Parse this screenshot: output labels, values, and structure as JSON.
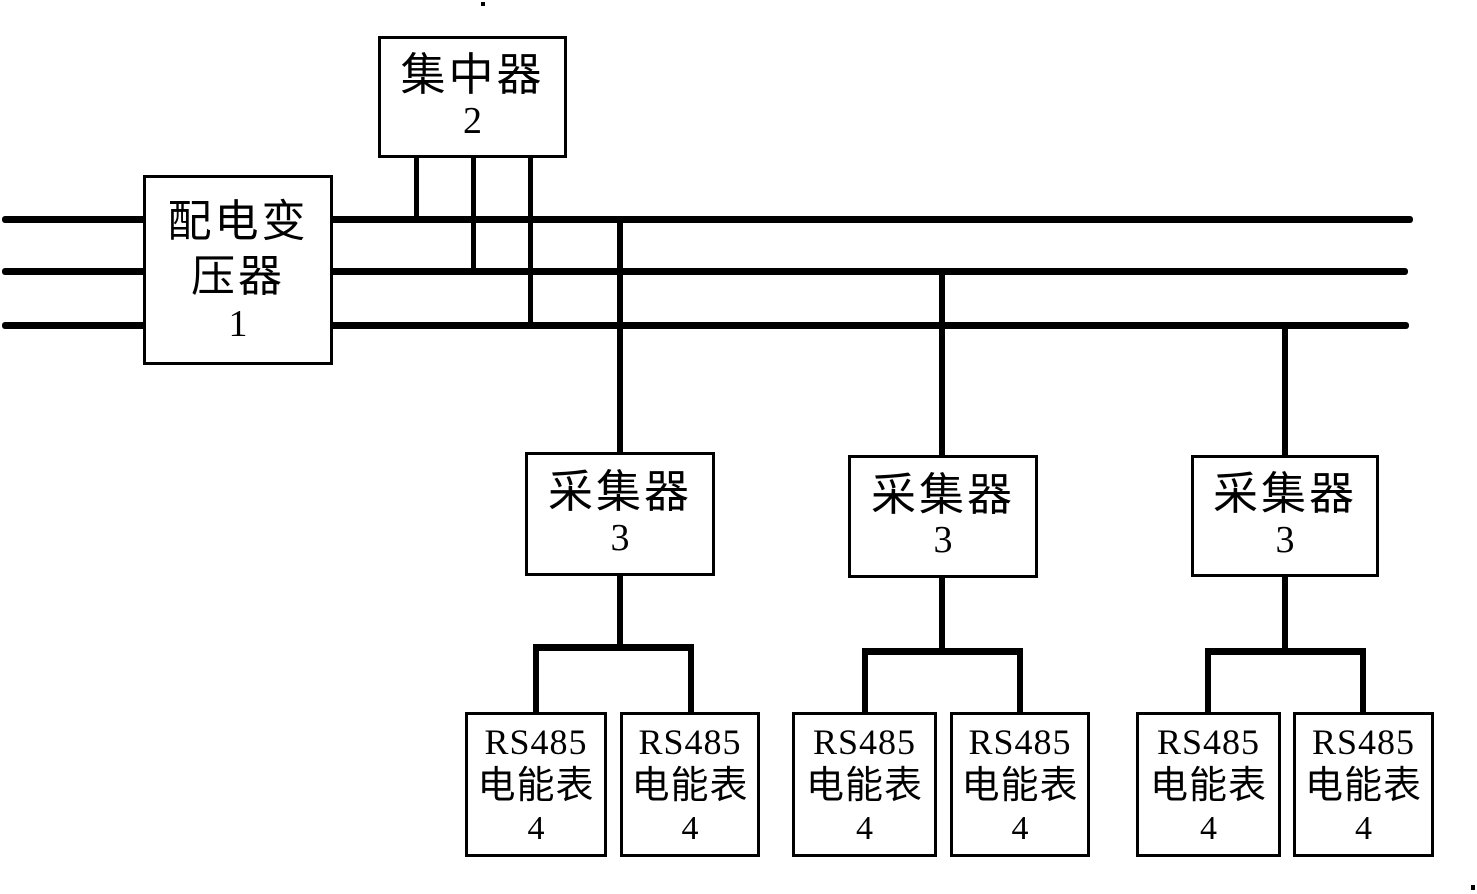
{
  "diagram": {
    "background_color": "#ffffff",
    "line_color": "#000000",
    "concentrator": {
      "label": "集中器",
      "number": "2"
    },
    "transformer": {
      "label_line1": "配电变",
      "label_line2": "压器",
      "number": "1"
    },
    "collectors": [
      {
        "label": "采集器",
        "number": "3"
      },
      {
        "label": "采集器",
        "number": "3"
      },
      {
        "label": "采集器",
        "number": "3"
      }
    ],
    "meters": [
      {
        "line1": "RS485",
        "line2": "电能表",
        "number": "4"
      },
      {
        "line1": "RS485",
        "line2": "电能表",
        "number": "4"
      },
      {
        "line1": "RS485",
        "line2": "电能表",
        "number": "4"
      },
      {
        "line1": "RS485",
        "line2": "电能表",
        "number": "4"
      },
      {
        "line1": "RS485",
        "line2": "电能表",
        "number": "4"
      },
      {
        "line1": "RS485",
        "line2": "电能表",
        "number": "4"
      }
    ],
    "buses": {
      "count": 3,
      "description": "three-phase power lines"
    }
  }
}
